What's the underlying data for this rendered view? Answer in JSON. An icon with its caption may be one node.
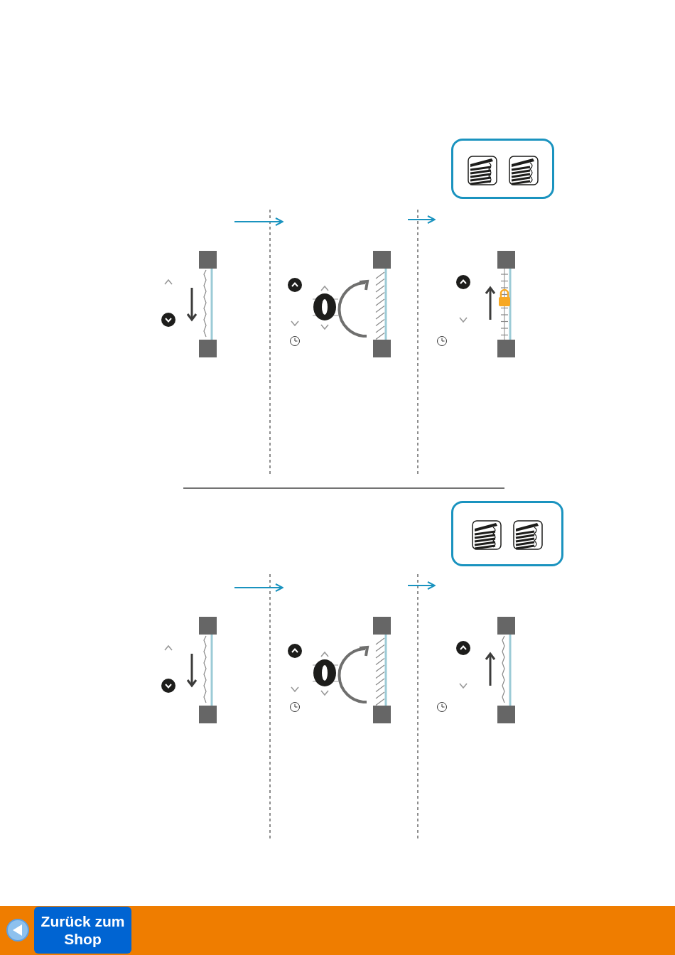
{
  "diagram": {
    "nodes": [
      {
        "text": [],
        "shape": "picture"
      },
      {
        "text": [],
        "shape": "picture"
      },
      {
        "text": [],
        "shape": "picture"
      },
      {
        "text": [],
        "shape": "picture"
      },
      {
        "text": [],
        "shape": "picture"
      },
      {
        "text": [],
        "shape": "picture"
      }
    ],
    "edges": [
      {
        "from": 0,
        "to": 1,
        "arrow": "to"
      },
      {
        "from": 1,
        "to": 2,
        "arrow": "to"
      },
      {
        "from": 3,
        "to": 4,
        "arrow": "to"
      },
      {
        "from": 4,
        "to": 5,
        "arrow": "to"
      }
    ],
    "labels": [
      "Zurück zum Shop"
    ]
  }
}
